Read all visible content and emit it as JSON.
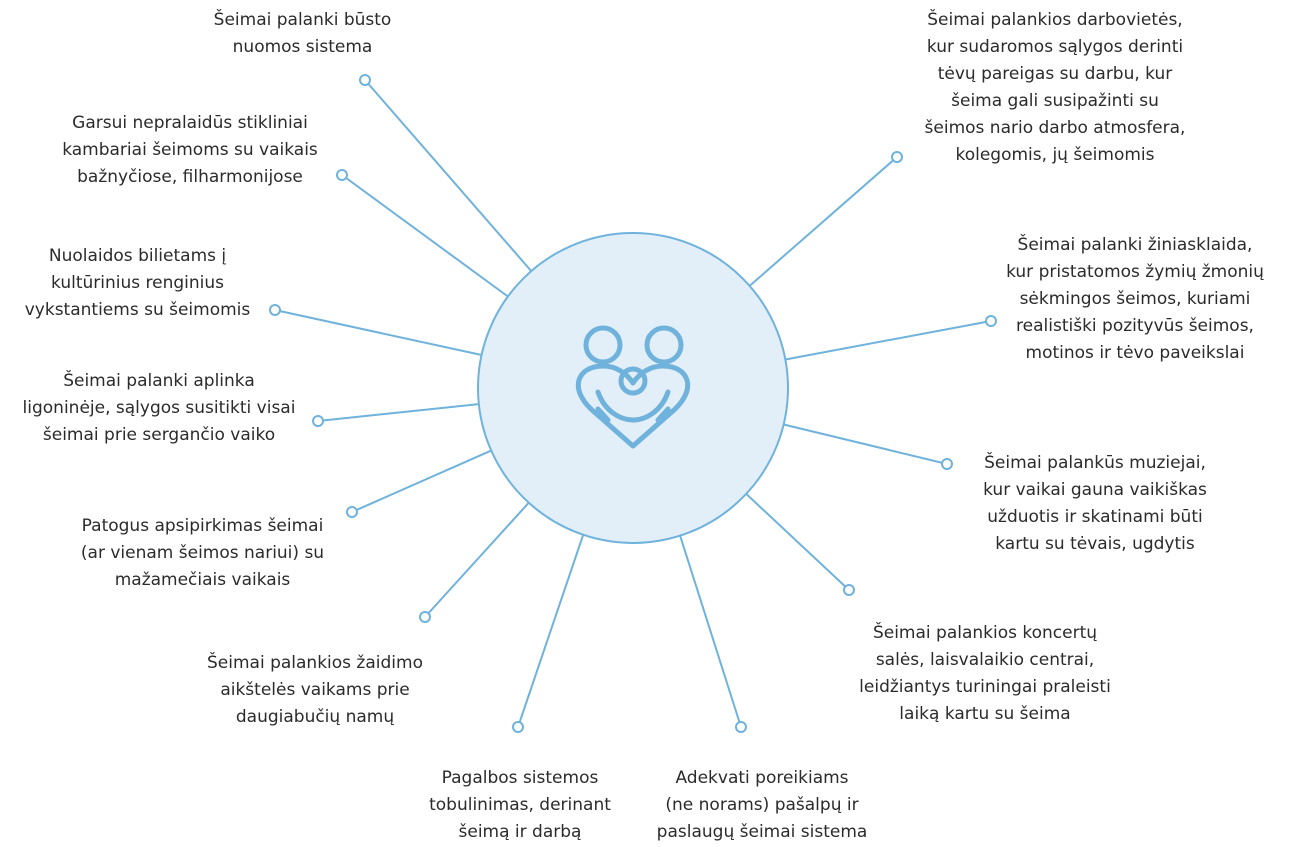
{
  "colors": {
    "accent": "#6fb2dc",
    "hub_fill": "#e3eff8",
    "text": "#2b2b2b",
    "background": "#ffffff"
  },
  "hub": {
    "icon": "family-heart-icon"
  },
  "spokes": [
    {
      "id": "housing",
      "lines": [
        "Šeimai palanki būsto",
        "nuomos sistema"
      ]
    },
    {
      "id": "workplaces",
      "lines": [
        "Šeimai palankios darbovietės,",
        "kur sudaromos sąlygos derinti",
        "tėvų pareigas su darbu, kur",
        "šeima gali susipažinti su",
        "šeimos nario darbo atmosfera,",
        "kolegomis, jų šeimomis"
      ]
    },
    {
      "id": "soundproof-rooms",
      "lines": [
        "Garsui nepralaidūs stikliniai",
        "kambariai šeimoms su vaikais",
        "bažnyčiose, filharmonijose"
      ]
    },
    {
      "id": "media",
      "lines": [
        "Šeimai palanki žiniasklaida,",
        "kur pristatomos žymių žmonių",
        "sėkmingos šeimos, kuriami",
        "realistiški pozityvūs šeimos,",
        "motinos ir tėvo paveikslai"
      ]
    },
    {
      "id": "ticket-discounts",
      "lines": [
        "Nuolaidos bilietams į",
        "kultūrinius renginius",
        "vykstantiems su šeimomis"
      ]
    },
    {
      "id": "hospital",
      "lines": [
        "Šeimai palanki aplinka",
        "ligoninėje, sąlygos susitikti visai",
        "šeimai prie sergančio vaiko"
      ]
    },
    {
      "id": "museums",
      "lines": [
        "Šeimai palankūs muziejai,",
        "kur vaikai gauna vaikiškas",
        "užduotis ir skatinami būti",
        "kartu su tėvais, ugdytis"
      ]
    },
    {
      "id": "shopping",
      "lines": [
        "Patogus apsipirkimas šeimai",
        "(ar vienam šeimos nariui) su",
        "mažamečiais vaikais"
      ]
    },
    {
      "id": "concert-halls",
      "lines": [
        "Šeimai palankios koncertų",
        "salės, laisvalaikio centrai,",
        "leidžiantys turiningai praleisti",
        "laiką kartu su šeima"
      ]
    },
    {
      "id": "playgrounds",
      "lines": [
        "Šeimai palankios žaidimo",
        "aikštelės vaikams prie",
        "daugiabučių namų"
      ]
    },
    {
      "id": "support-system",
      "lines": [
        "Pagalbos sistemos",
        "tobulinimas, derinant",
        "šeimą ir darbą"
      ]
    },
    {
      "id": "benefits",
      "lines": [
        "Adekvati poreikiams",
        "(ne norams) pašalpų ir",
        "paslaugų šeimai sistema"
      ]
    }
  ]
}
